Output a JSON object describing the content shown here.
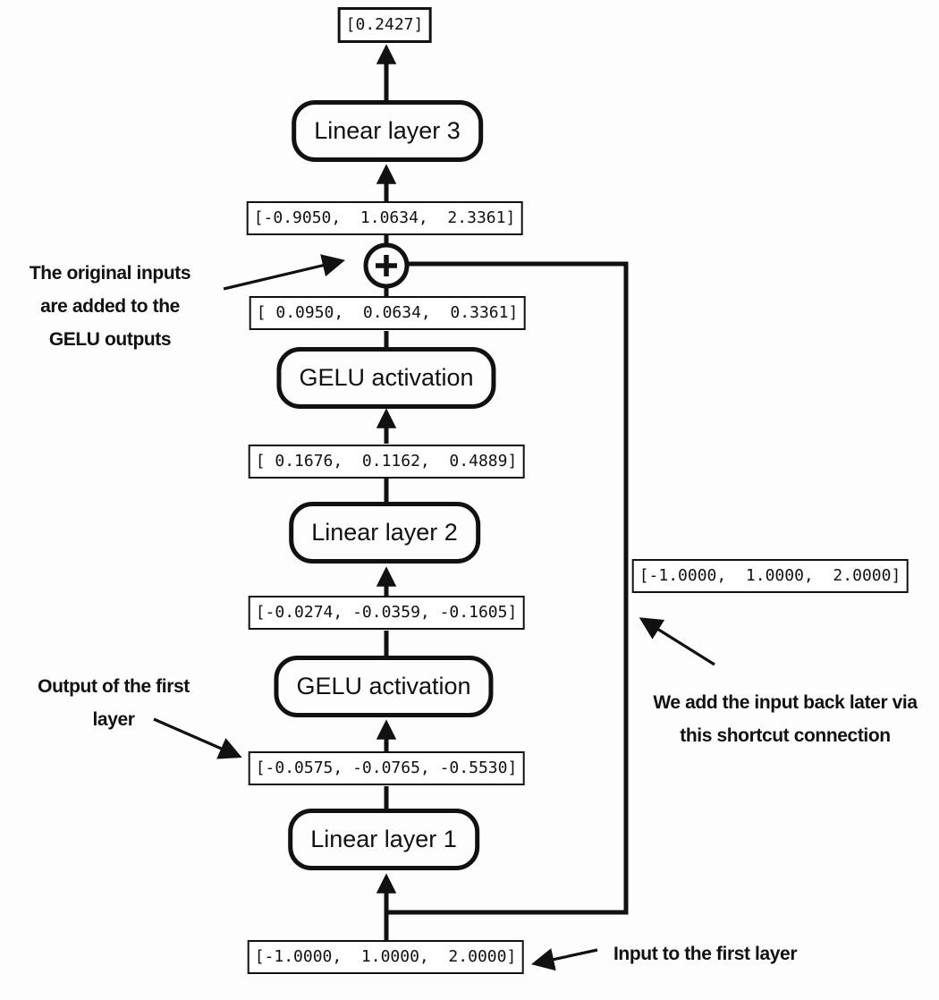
{
  "nodes": {
    "final_output": "[0.2427]",
    "linear_layer_3": "Linear layer 3",
    "sum_output": "[-0.9050,  1.0634,  2.3361]",
    "add_result": "[ 0.0950,  0.0634,  0.3361]",
    "gelu_2": "GELU activation",
    "linear_2_output": "[ 0.1676,  0.1162,  0.4889]",
    "linear_layer_2": "Linear layer 2",
    "gelu_1_output": "[-0.0274, -0.0359, -0.1605]",
    "gelu_1": "GELU activation",
    "linear_1_output": "[-0.0575, -0.0765, -0.5530]",
    "linear_layer_1": "Linear layer 1",
    "input_value": "[-1.0000,  1.0000,  2.0000]",
    "shortcut_value": "[-1.0000,  1.0000,  2.0000]"
  },
  "icons": {
    "add": "plus-circle-icon"
  },
  "annotations": {
    "add_note": {
      "lines": [
        "The original inputs",
        "are added to the",
        "GELU outputs"
      ]
    },
    "first_layer_output_note": {
      "lines": [
        "Output of the first",
        "layer"
      ]
    },
    "shortcut_note": {
      "lines": [
        "We add the input back later via",
        "this shortcut connection"
      ]
    },
    "input_note": {
      "lines": [
        "Input to the first layer"
      ]
    }
  },
  "colors": {
    "line": "#111111",
    "background": "#fdfdfd",
    "box_fill": "#ffffff",
    "text": "#111111"
  }
}
